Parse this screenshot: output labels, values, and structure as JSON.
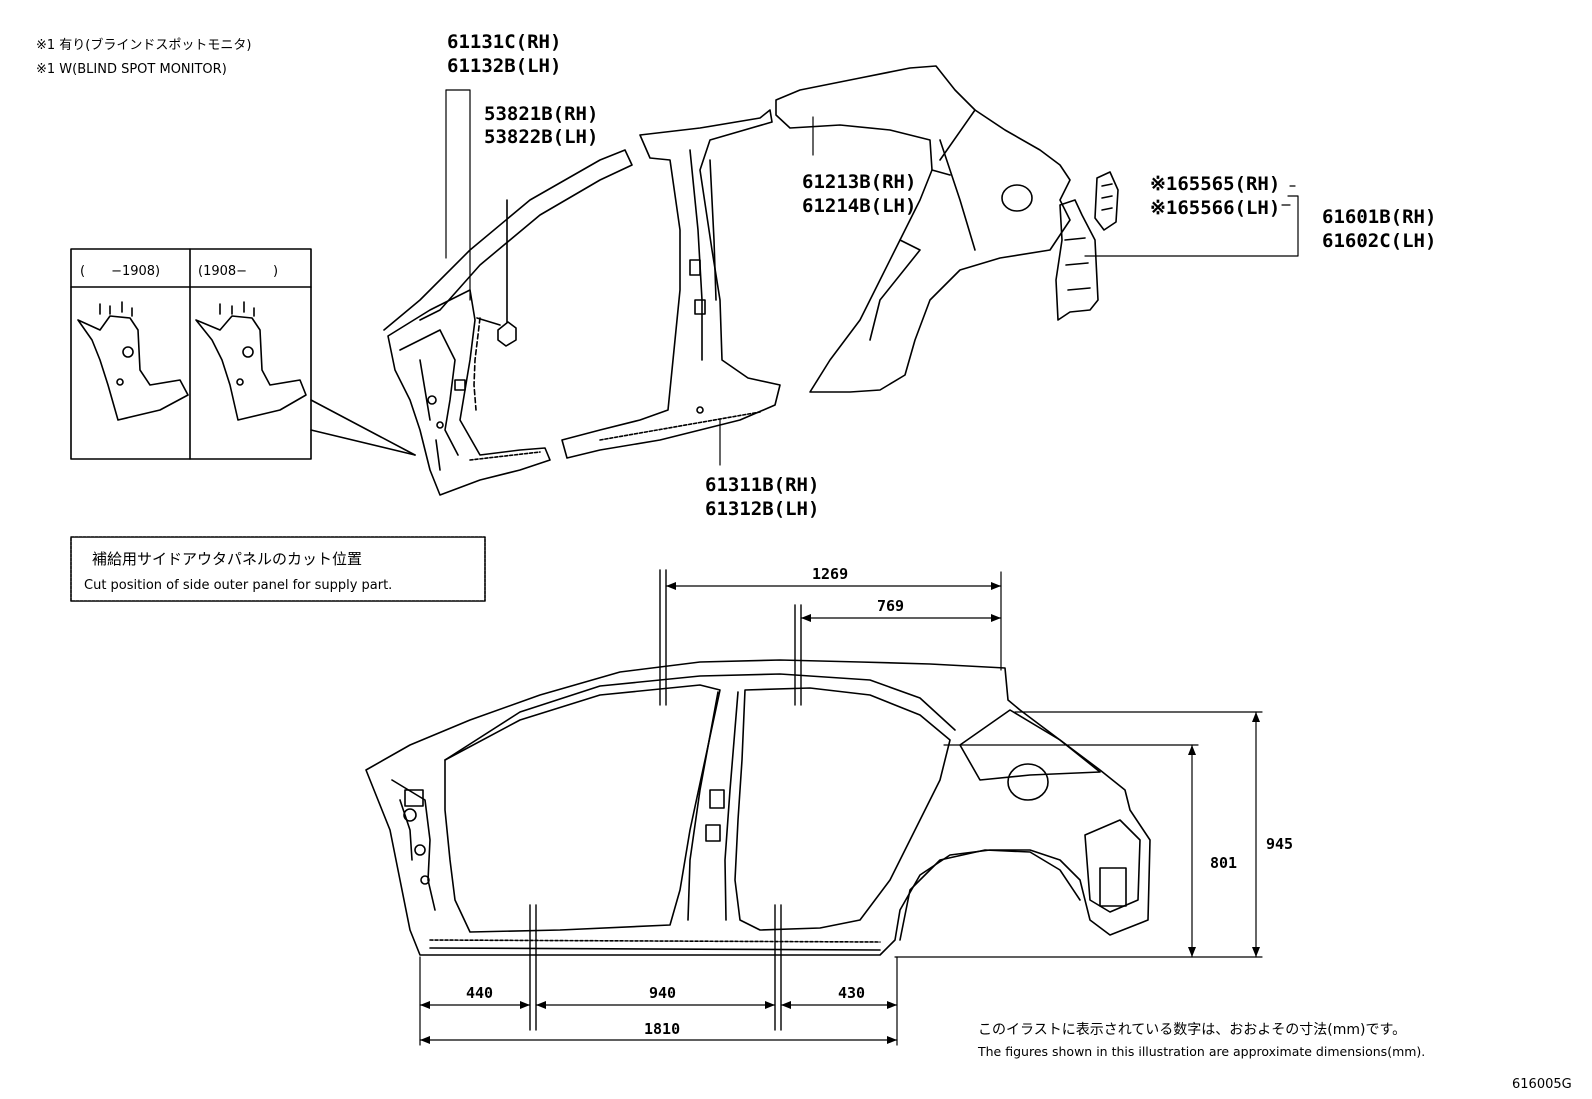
{
  "notes": {
    "line1": "※1 有り(ブラインドスポットモニタ)",
    "line2": "※1 W(BLIND SPOT MONITOR)"
  },
  "parts": {
    "p61131c": "61131C(RH)",
    "p61132b": "61132B(LH)",
    "p53821b": "53821B(RH)",
    "p53822b": "53822B(LH)",
    "p61213b": "61213B(RH)",
    "p61214b": "61214B(LH)",
    "p65565": "※165565(RH)",
    "p65566": "※165566(LH)",
    "p61601b": "61601B(RH)",
    "p61602c": "61602C(LH)",
    "p61311b": "61311B(RH)",
    "p61312b": "61312B(LH)"
  },
  "inset": {
    "left_label": "(　　−1908)",
    "right_label": "(1908−　　)"
  },
  "cut_box": {
    "jp": "補給用サイドアウタパネルのカット位置",
    "en": "Cut position of side outer panel for supply part."
  },
  "dimensions": {
    "d1269": "1269",
    "d769": "769",
    "d801": "801",
    "d945": "945",
    "d440": "440",
    "d940": "940",
    "d430": "430",
    "d1810": "1810"
  },
  "footer": {
    "jp": "このイラストに表示されている数字は、おおよその寸法(mm)です。",
    "en": "The figures shown in this illustration are approximate dimensions(mm).",
    "code": "616005G"
  }
}
